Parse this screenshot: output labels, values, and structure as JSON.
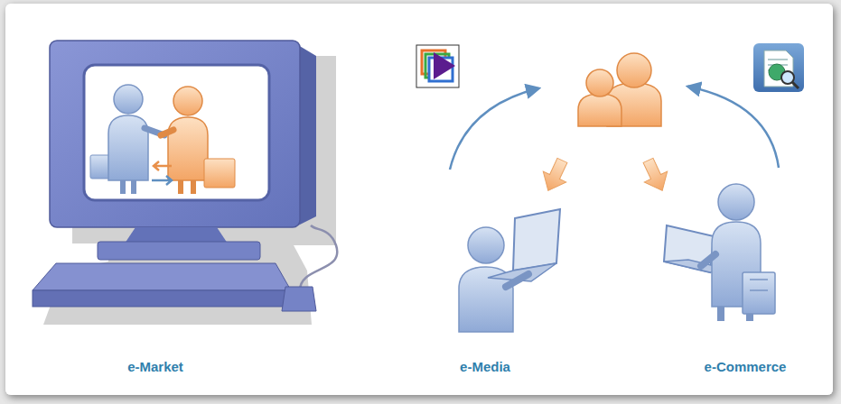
{
  "diagram": {
    "labels": [
      "e-Market",
      "e-Media",
      "e-Commerce"
    ]
  }
}
